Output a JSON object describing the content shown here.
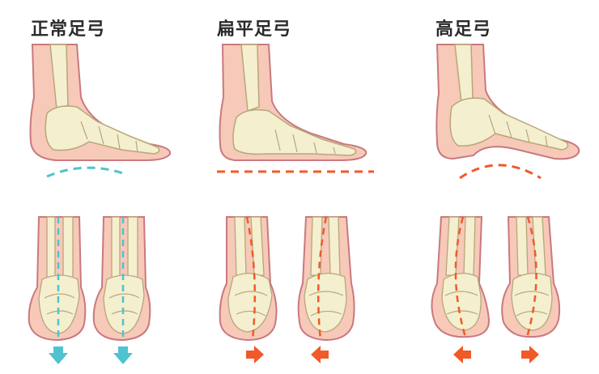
{
  "titles": {
    "normal": "正常足弓",
    "flat": "扁平足弓",
    "high": "高足弓"
  },
  "colors": {
    "skin": "#f7c9b8",
    "skin_outline": "#c9797f",
    "bone": "#f4efcf",
    "bone_outline": "#b8a67a",
    "normal_accent": "#4fc3cf",
    "deviation_accent": "#f05a28",
    "text": "#2b2b2b"
  }
}
